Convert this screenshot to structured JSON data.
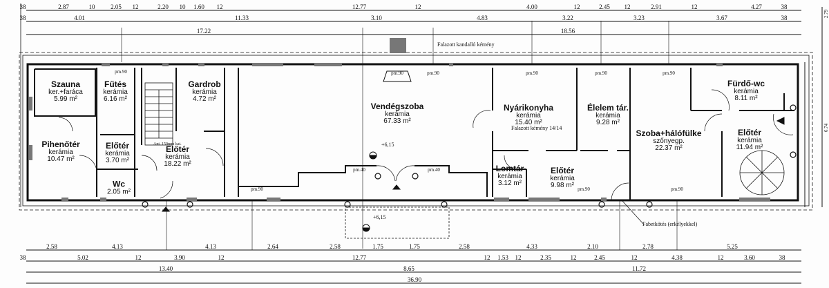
{
  "rooms": [
    {
      "name": "Szauna",
      "floor": "ker.+faráca",
      "area": "5.99 m²"
    },
    {
      "name": "Fűtés",
      "floor": "kerámia",
      "area": "6.16 m²"
    },
    {
      "name": "Gardrob",
      "floor": "kerámia",
      "area": "4.72 m²"
    },
    {
      "name": "Pihenőtér",
      "floor": "kerámia",
      "area": "10.47 m²"
    },
    {
      "name": "Előtér",
      "floor": "kerámia",
      "area": "3.70 m²"
    },
    {
      "name": "Wc",
      "floor": "",
      "area": "2.05 m²"
    },
    {
      "name": "Előtér",
      "floor": "kerámia",
      "area": "18.22 m²"
    },
    {
      "name": "Vendégszoba",
      "floor": "kerámia",
      "area": "67.33 m²"
    },
    {
      "name": "Nyárikonyha",
      "floor": "kerámia",
      "area": "15.40 m²"
    },
    {
      "name": "Élelem tár.",
      "floor": "kerámia",
      "area": "9.28 m²"
    },
    {
      "name": "Lomtár",
      "floor": "kerámia",
      "area": "3.12 m²"
    },
    {
      "name": "Előtér",
      "floor": "kerámia",
      "area": "9.98 m²"
    },
    {
      "name": "Szoba+hálófülke",
      "floor": "szőnyegp.",
      "area": "22.37 m²"
    },
    {
      "name": "Fürdő-wc",
      "floor": "kerámia",
      "area": "8.11 m²"
    },
    {
      "name": "Előtér",
      "floor": "kerámia",
      "area": "11.94 m²"
    }
  ],
  "notes": {
    "fireplace": "Falazott kandalló kémény",
    "chimney": "Falazott kémény 14/14",
    "stairs": "Ant. 150mm kat.",
    "balcony": "Fabetkötés (erkélyekkel)",
    "level_top": "+6,15",
    "level_bottom": "+6,15"
  },
  "door_labels": [
    "pm.90",
    "pm.90",
    "pm.90",
    "pm.90",
    "pm.90",
    "pm.90",
    "pm.90",
    "pm.40",
    "pm.40",
    "pm.90",
    "pm.90"
  ],
  "dimensions": {
    "top_row1": [
      "38",
      "2.87",
      "10",
      "2.05",
      "12",
      "2.20",
      "10",
      "1.60",
      "12",
      "12.77",
      "12",
      "4.00",
      "12",
      "2.45",
      "12",
      "2.91",
      "12",
      "4.27",
      "38"
    ],
    "top_row2": [
      "38",
      "4.01",
      "11.33",
      "3.10",
      "4.83",
      "3.22",
      "3.23",
      "3.67",
      "38"
    ],
    "top_row3": [
      "17.22",
      "18.56"
    ],
    "bottom_row1": [
      "2.58",
      "4.13",
      "4.13",
      "2.64",
      "2.58",
      "1.75",
      "1.75",
      "2.58",
      "4.33",
      "2.10",
      "2.78",
      "5.25"
    ],
    "bottom_row2": [
      "38",
      "5.02",
      "12",
      "3.90",
      "12",
      "12.77",
      "12",
      "1.53",
      "12",
      "2.35",
      "12",
      "2.45",
      "12",
      "4.38",
      "12",
      "3.60",
      "38"
    ],
    "bottom_row3": [
      "13.40",
      "8.65",
      "11.72"
    ],
    "bottom_total": "36.90",
    "right_side": [
      "2.79",
      "6.74"
    ]
  }
}
